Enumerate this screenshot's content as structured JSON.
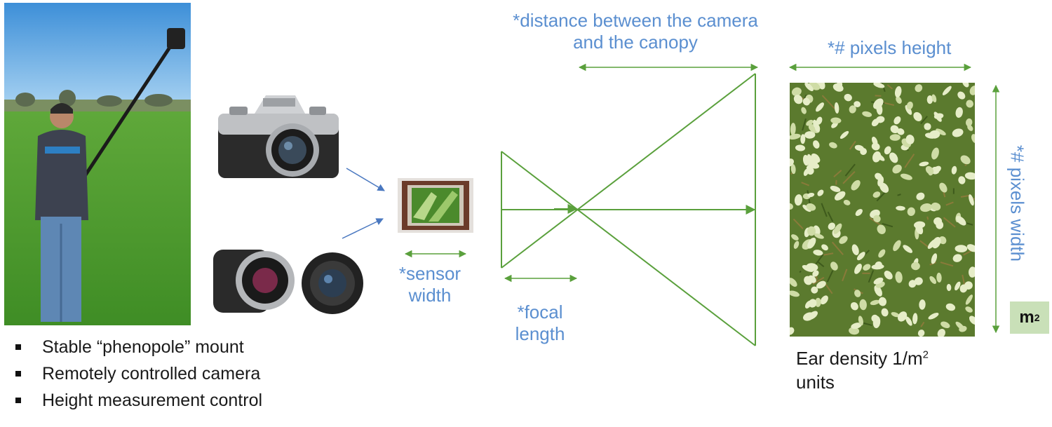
{
  "labels": {
    "distance_line1": "*distance between the camera",
    "distance_line2": "and the canopy",
    "pixels_height": "*# pixels height",
    "pixels_width": "*# pixels width",
    "sensor_line1": "*sensor",
    "sensor_line2": "width",
    "focal_line1": "*focal",
    "focal_line2": "length",
    "m2_base": "m",
    "m2_sup": "2",
    "ear_density_prefix": "Ear density 1/m",
    "ear_density_sup": "2",
    "ear_density_line2": "units"
  },
  "bullets": [
    "Stable “phenopole” mount",
    "Remotely controlled camera",
    "Height measurement control"
  ],
  "colors": {
    "arrow_green": "#5aa03c",
    "label_blue": "#5b8fd0",
    "m2_box": "#c9e0b8"
  }
}
